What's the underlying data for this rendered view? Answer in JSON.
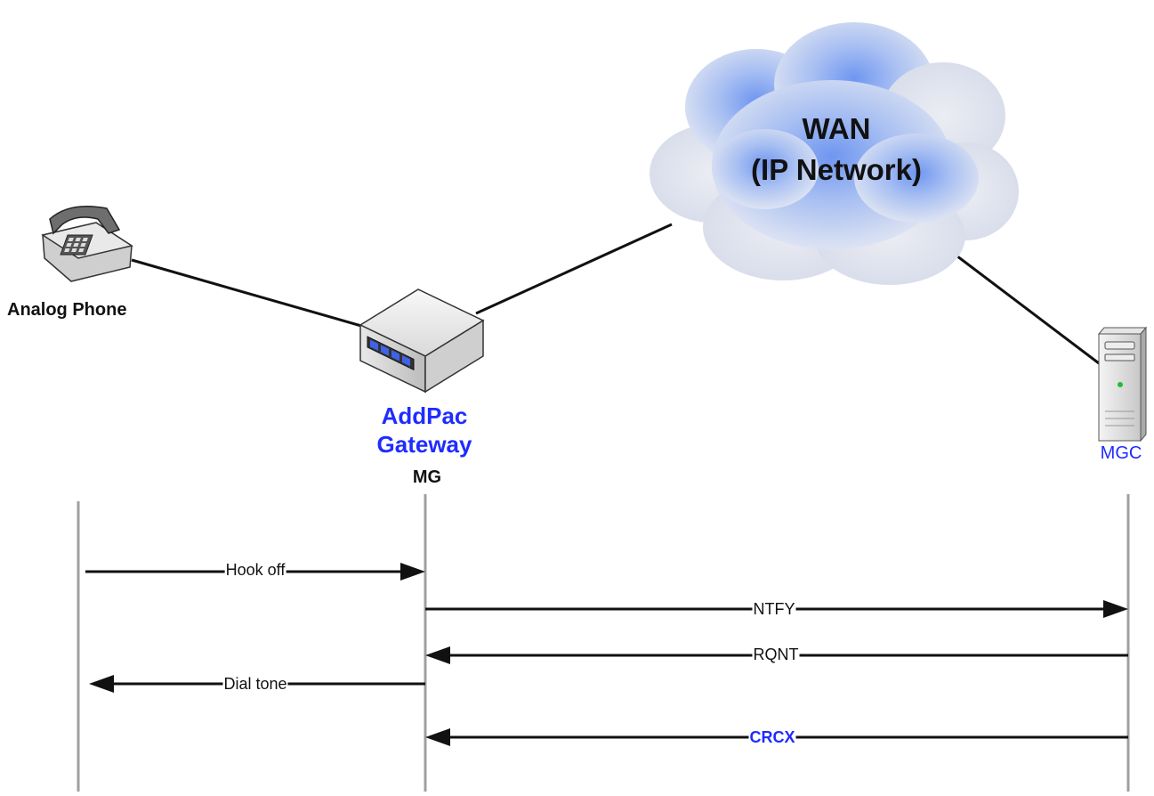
{
  "colors": {
    "accent_blue": "#1f2cff",
    "line": "#111111",
    "lifeline": "#a0a0a0",
    "cloud_light": "#dfe6f5",
    "cloud_blue": "#7fa3f2"
  },
  "network": {
    "cloud_line1": "WAN",
    "cloud_line2": "(IP Network)"
  },
  "nodes": {
    "phone": {
      "label": "Analog Phone",
      "icon": "analog-phone-icon"
    },
    "gateway": {
      "label_line1": "AddPac",
      "label_line2": "Gateway",
      "role": "MG",
      "icon": "gateway-device-icon"
    },
    "mgc": {
      "label": "MGC",
      "icon": "server-tower-icon"
    }
  },
  "messages": [
    {
      "label": "Hook off",
      "from": "phone",
      "to": "gateway",
      "highlight": false
    },
    {
      "label": "NTFY",
      "from": "gateway",
      "to": "mgc",
      "highlight": false
    },
    {
      "label": "RQNT",
      "from": "mgc",
      "to": "gateway",
      "highlight": false
    },
    {
      "label": "Dial tone",
      "from": "gateway",
      "to": "phone",
      "highlight": false
    },
    {
      "label": "CRCX",
      "from": "mgc",
      "to": "gateway",
      "highlight": true
    }
  ]
}
